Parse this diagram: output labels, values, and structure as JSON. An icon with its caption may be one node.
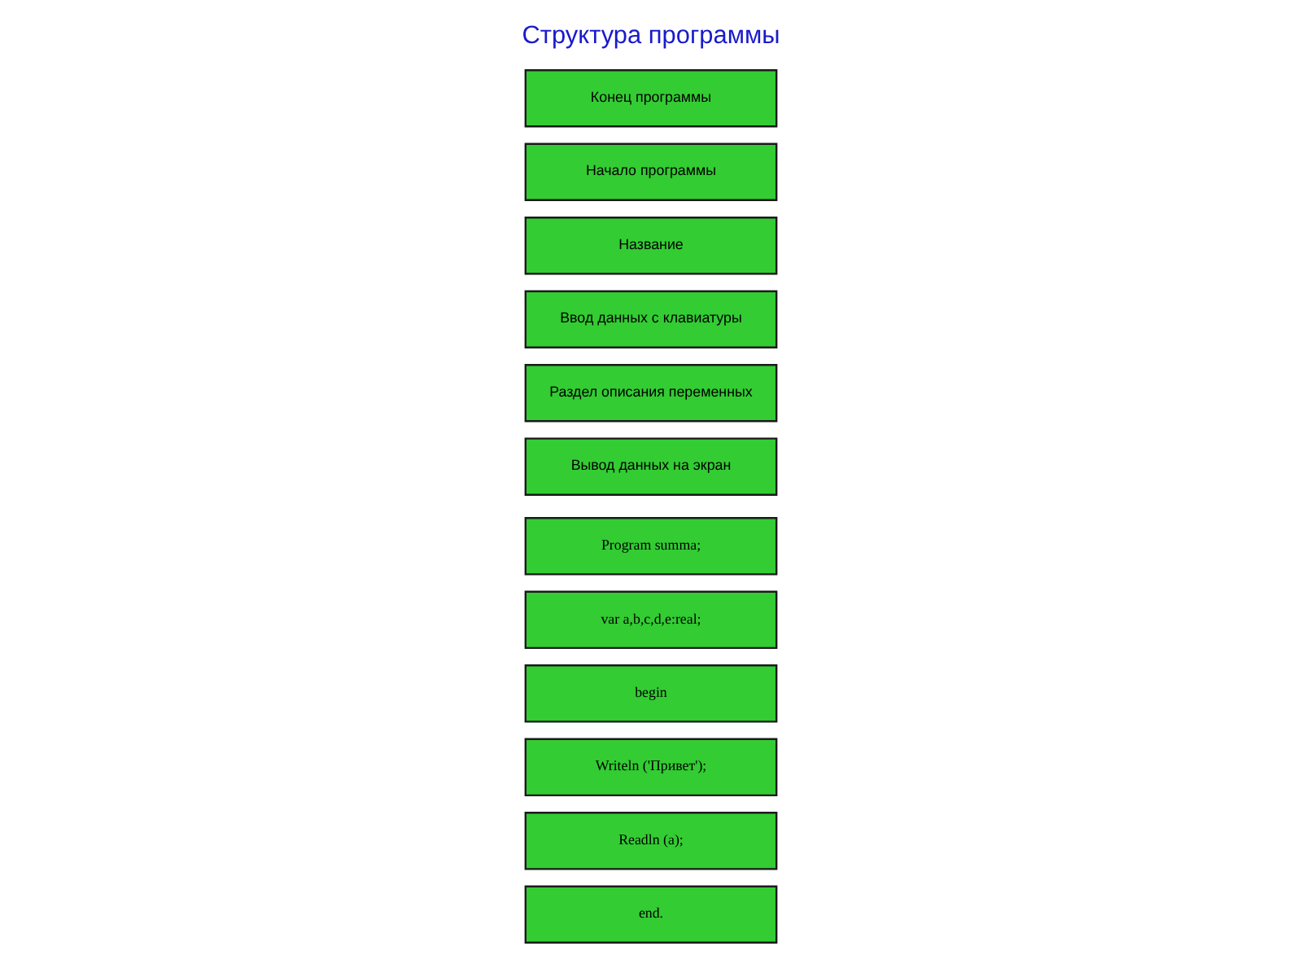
{
  "diagram": {
    "title": "Структура программы",
    "nodes": [
      {
        "text": [
          "Program summa;"
        ]
      },
      {
        "text": [
          "var a,b,c,d,e:real;"
        ]
      },
      {
        "text": [
          "begin"
        ]
      },
      {
        "text": [
          "Writeln ('Привет');"
        ]
      },
      {
        "text": [
          "Readln (a);"
        ]
      },
      {
        "text": [
          "end."
        ]
      },
      {
        "text": [
          "Конец программы"
        ]
      },
      {
        "text": [
          "Начало программы"
        ]
      },
      {
        "text": [
          "Название"
        ]
      },
      {
        "text": [
          "Ввод данных с клавиатуры"
        ]
      },
      {
        "text": [
          "Раздел описания переменных"
        ]
      },
      {
        "text": [
          "Вывод данных на экран"
        ]
      }
    ]
  }
}
